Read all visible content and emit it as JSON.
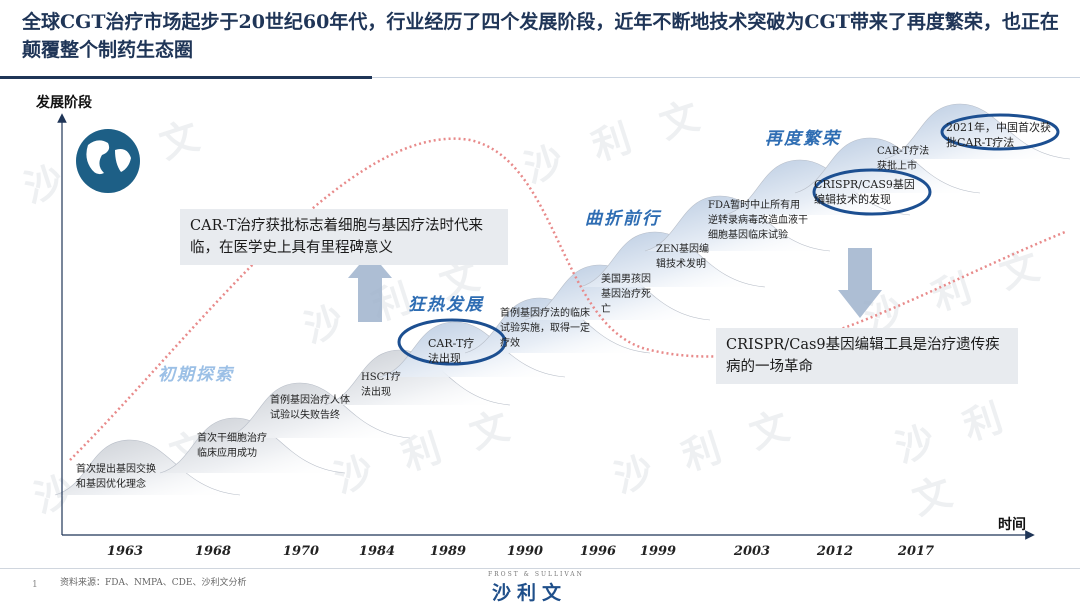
{
  "title": "全球CGT治疗市场起步于20世纪60年代，行业经历了四个发展阶段，近年不断地技术突破为CGT带来了再度繁荣，也正在颠覆整个制药生态圈",
  "y_axis_label": "发展阶段",
  "x_axis_label": "时间",
  "phases": [
    "初期探索",
    "狂热发展",
    "曲折前行",
    "再度繁荣"
  ],
  "callouts": {
    "cart": "CAR-T治疗获批标志着细胞与基因疗法时代来临，在医学史上具有里程碑意义",
    "crispr": "CRISPR/Cas9基因编辑工具是治疗遗传疾病的一场革命"
  },
  "milestones": [
    {
      "year": "1963",
      "text": "首次提出基因交换和基因优化理念"
    },
    {
      "year": "1968",
      "text": "首次干细胞治疗临床应用成功"
    },
    {
      "year": "1970",
      "text": "首例基因治疗人体试验以失败告终"
    },
    {
      "year": "1984",
      "text": "HSCT疗法出现"
    },
    {
      "year": "1989",
      "text": "CAR-T疗法出现",
      "highlight": true
    },
    {
      "year": "1990",
      "text": "首例基因疗法的临床试验实施，取得一定疗效"
    },
    {
      "year": "1996",
      "text": "美国男孩因基因治疗死亡"
    },
    {
      "year": "1999",
      "text": "ZEN基因编辑技术发明"
    },
    {
      "year": "2003",
      "text": "FDA暂时中止所有用逆转录病毒改造血液干细胞基因临床试验"
    },
    {
      "year": "2012",
      "text": "CRISPR/CAS9基因编辑技术的发现",
      "highlight": true
    },
    {
      "year": "2017",
      "text": "CAR-T疗法获批上市"
    },
    {
      "year": "",
      "text": "2021年，中国首次获批CAR-T疗法",
      "highlight": true
    }
  ],
  "source": "资料来源：FDA、NMPA、CDE、沙利文分析",
  "page_number": "1",
  "logo": {
    "name": "沙利文",
    "sub": "FROST & SULLIVAN"
  },
  "watermark": "沙 利 文",
  "colors": {
    "navy": "#1f3557",
    "accent": "#2e6db3",
    "dotted": "#e88a8a",
    "ellipse": "#1c4f91",
    "arrow": "#9fb3cc"
  }
}
